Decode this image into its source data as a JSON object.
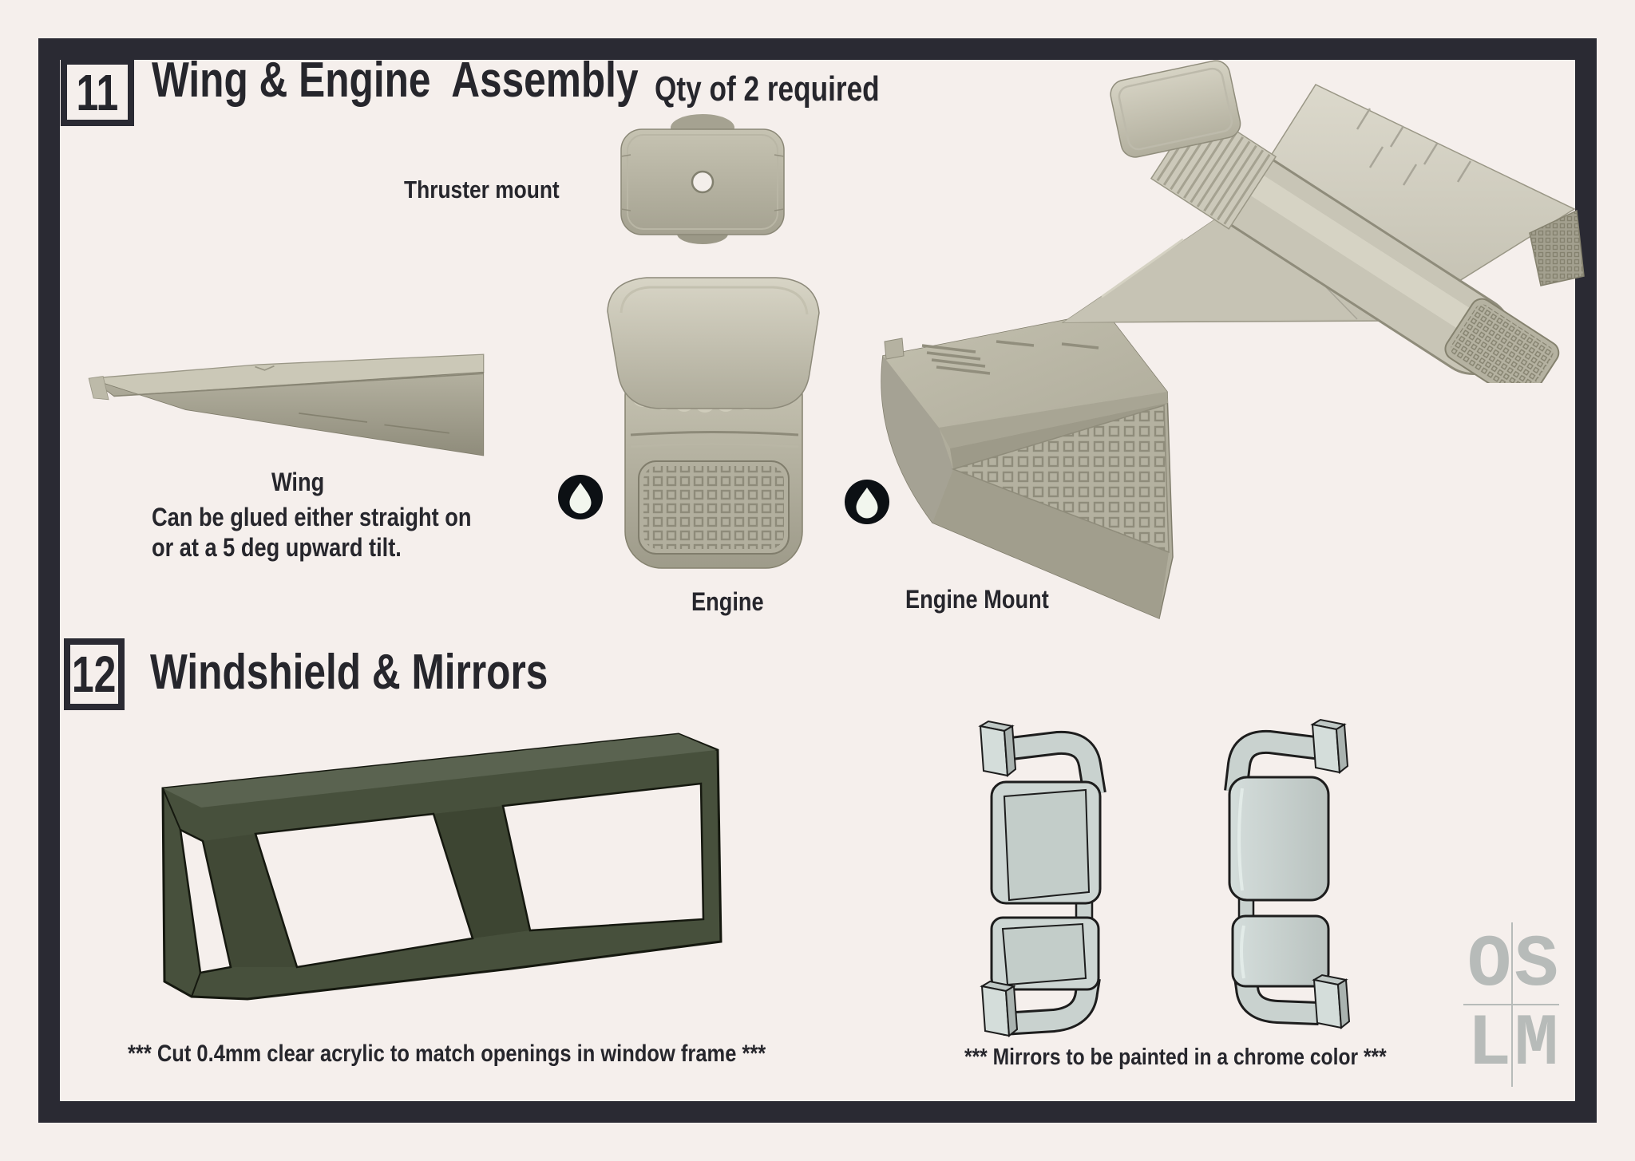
{
  "page": {
    "background": "#f5efec",
    "frame_color": "#2a2a33",
    "text_color": "#26262c"
  },
  "step11": {
    "number": "11",
    "title": "Wing & Engine  Assembly",
    "qty_note": "Qty of 2 required",
    "labels": {
      "thruster_mount": "Thruster mount",
      "wing": "Wing",
      "wing_note_line1": "Can be glued either straight on",
      "wing_note_line2": "or at a 5 deg upward tilt.",
      "engine": "Engine",
      "engine_mount": "Engine Mount"
    }
  },
  "step12": {
    "number": "12",
    "title": "Windshield & Mirrors",
    "captions": {
      "windshield": "*** Cut 0.4mm clear acrylic to match openings in window frame ***",
      "mirrors": "*** Mirrors to be painted in a chrome color ***"
    }
  },
  "icons": {
    "glue_drop": "glue-drop"
  },
  "logo": {
    "letters": [
      "O",
      "S",
      "L",
      "M"
    ]
  },
  "colors": {
    "part_beige": "#b6b3a2",
    "part_beige_light": "#cbc8b7",
    "part_beige_dark": "#908d7c",
    "windshield_green": "#47503c",
    "mirror_gray": "#ccd5d2",
    "glue_drop_circle": "#0c1014",
    "glue_drop_fill": "#f2f6ee",
    "logo_gray": "#b7bbb9"
  }
}
